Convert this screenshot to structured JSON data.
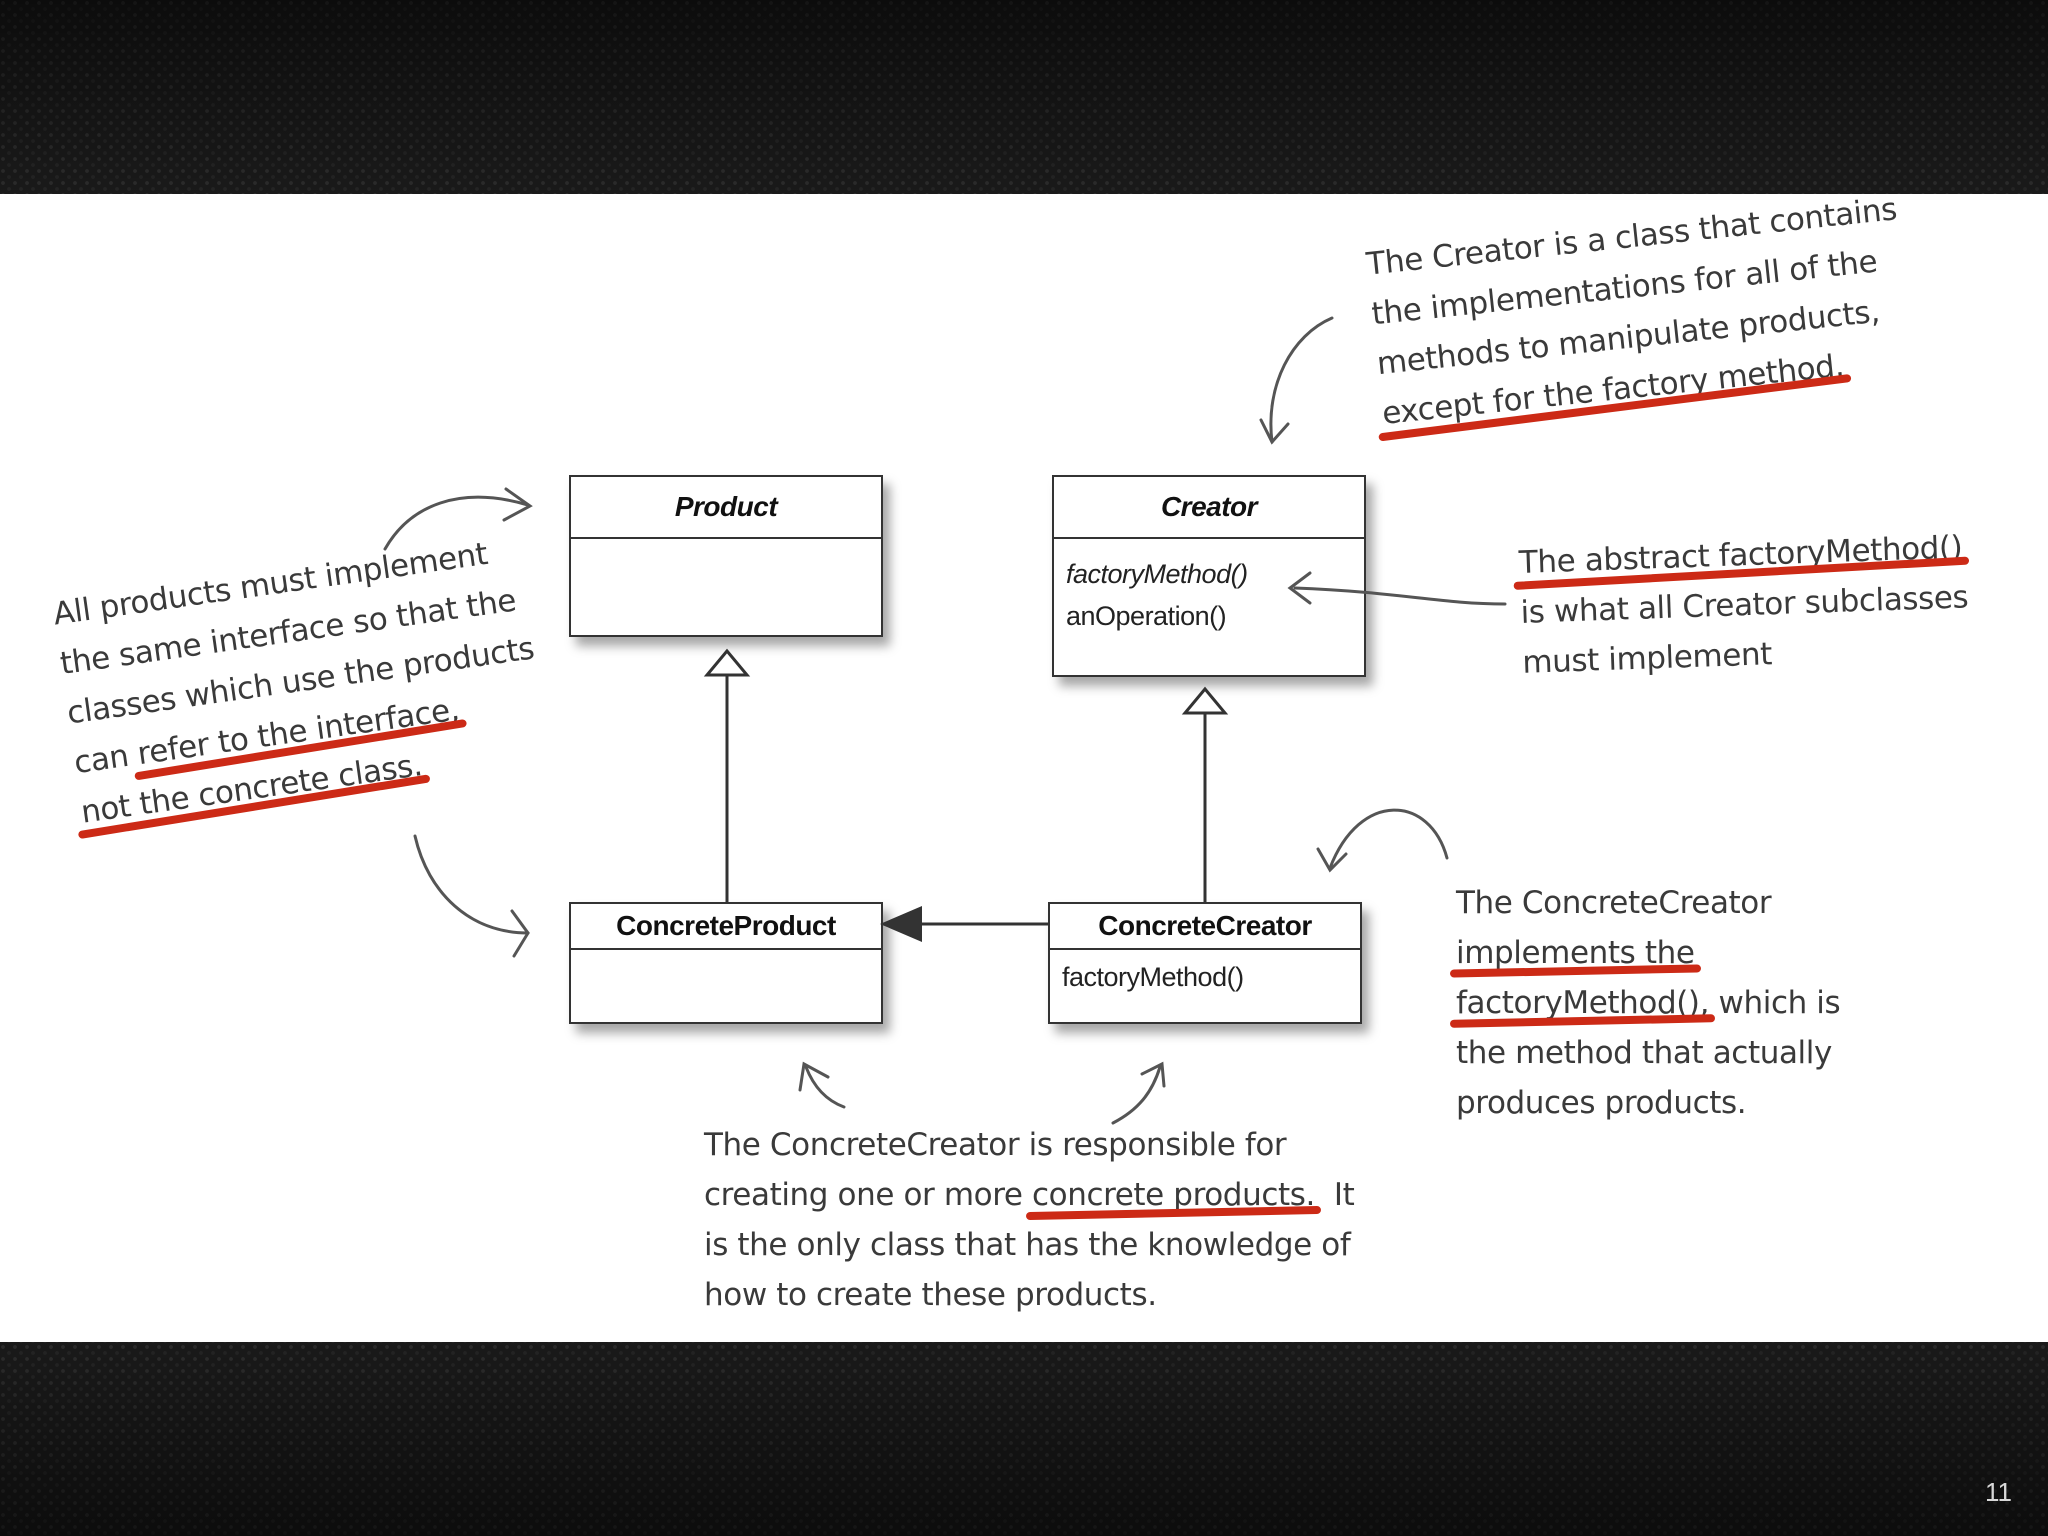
{
  "slide_number": "11",
  "accent_color": "#cc2a16",
  "classes": {
    "product": {
      "title": "Product"
    },
    "creator": {
      "title": "Creator",
      "methods": [
        "factoryMethod()",
        "anOperation()"
      ]
    },
    "concrete_product": {
      "title": "ConcreteProduct"
    },
    "concrete_creator": {
      "title": "ConcreteCreator",
      "methods": [
        "factoryMethod()"
      ]
    }
  },
  "notes": {
    "creator_note": {
      "lines": [
        "The Creator is a class that contains",
        "the implementations for all of the",
        "methods to manipulate products,"
      ],
      "highlight": "except for the factory method."
    },
    "abstract_note": {
      "highlight": "The abstract factoryMethod()",
      "lines": [
        "is what all Creator subclasses",
        "must implement"
      ]
    },
    "products_note": {
      "lines": [
        "All products must implement",
        "the same interface so that the",
        "classes which use the products"
      ],
      "line4_pre": "can ",
      "line4_highlight": "refer to the interface,",
      "line5_highlight": "not the concrete class."
    },
    "concrete_creator_note": {
      "line1": "The ConcreteCreator",
      "line2_highlight": "implements the",
      "line3_highlight": "factoryMethod(),",
      "line3_post": " which is",
      "lines": [
        "the method that actually",
        "produces products."
      ]
    },
    "responsible_note": {
      "line1": "The ConcreteCreator is responsible for",
      "line2_pre": "creating one or more ",
      "line2_highlight": "concrete products.",
      "line2_post": "  It",
      "lines": [
        "is the only class that has the knowledge of",
        "how to create these products."
      ]
    }
  }
}
